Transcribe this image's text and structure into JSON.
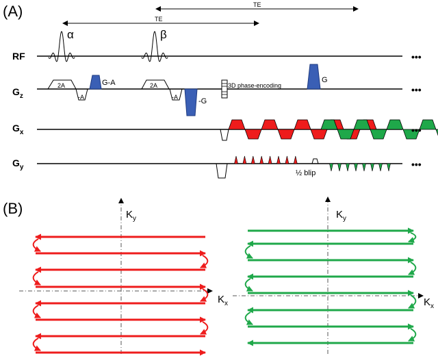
{
  "panel_a": {
    "label": "(A)",
    "te_label_1": "TE",
    "te_label_2": "TE",
    "alpha": "α",
    "beta": "β",
    "rows": {
      "rf": "RF",
      "gz": "G",
      "gz_sub": "z",
      "gx": "G",
      "gx_sub": "x",
      "gy": "G",
      "gy_sub": "y"
    },
    "continuation": "•••",
    "gz_labels": {
      "two_a_1": "2A",
      "minus_a_1": "-A",
      "g_minus_a": "G-A",
      "two_a_2": "2A",
      "minus_a_2": "-A",
      "minus_g": "-G",
      "phase_encoding": "3D phase-encoding",
      "g": "G"
    },
    "half_blip": "½ blip"
  },
  "panel_b": {
    "label": "(B)",
    "ky": "K",
    "ky_sub": "y",
    "kx": "K",
    "kx_sub": "x"
  },
  "colors": {
    "red": "#ee1c1c",
    "green": "#1fa84a",
    "blue": "#3a5fb5"
  }
}
